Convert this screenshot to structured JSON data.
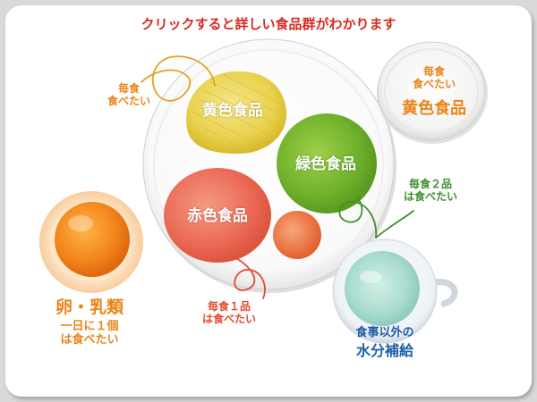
{
  "header": {
    "text": "クリックすると詳しい食品群がわかります"
  },
  "plate": {
    "yellow": {
      "label": "黄色食品"
    },
    "green": {
      "label": "緑色食品"
    },
    "red": {
      "label": "赤色食品"
    }
  },
  "notes": {
    "yellow_note": {
      "line1": "毎食",
      "line2": "食べたい"
    },
    "green_note": {
      "line1": "毎食２品",
      "line2": "は食べたい"
    },
    "red_note": {
      "line1": "毎食１品",
      "line2": "は食べたい"
    }
  },
  "bowl": {
    "line1": "毎食",
    "line2": "食べたい",
    "label": "黄色食品"
  },
  "egg": {
    "label": "卵・乳類",
    "line1": "一日に１個",
    "line2": "は食べたい"
  },
  "water": {
    "line1": "食事以外の",
    "line2": "水分補給"
  },
  "colors": {
    "header_red": "#d62a20",
    "orange": "#e8861a",
    "green": "#3f8f2f",
    "red": "#e24a30",
    "blue": "#1f5fa8"
  }
}
